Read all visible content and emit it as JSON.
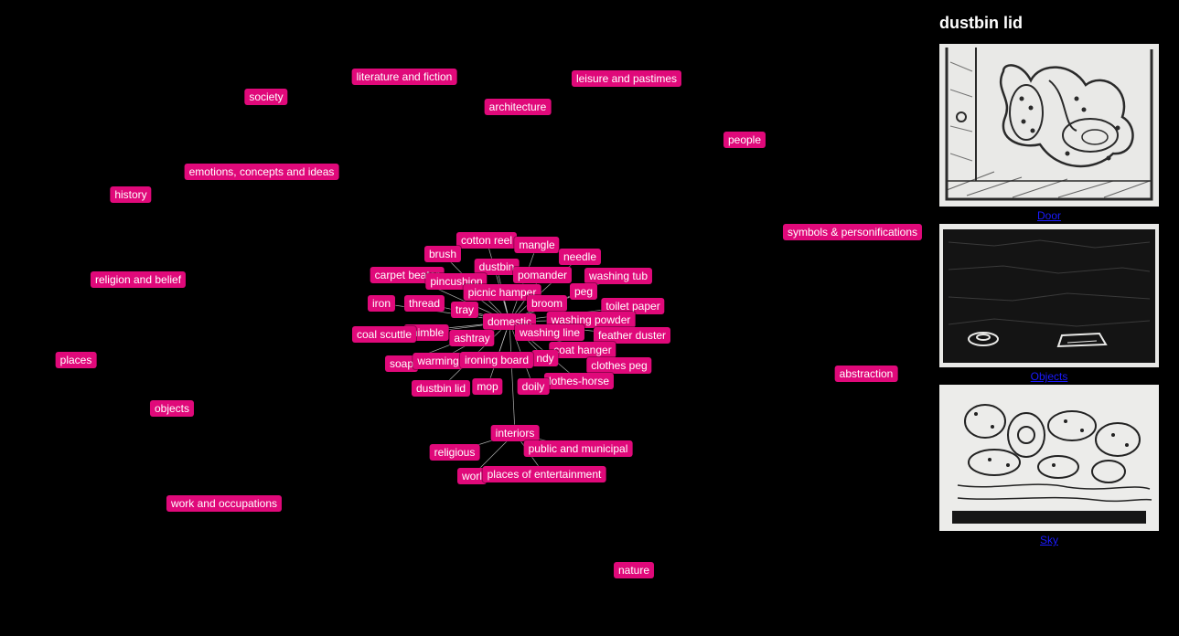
{
  "graph": {
    "colors": {
      "node": "#e0097a",
      "text": "#ffffff",
      "edge": "#cfcfcf",
      "background": "#000000"
    },
    "nodes": [
      {
        "id": "society",
        "label": "society"
      },
      {
        "id": "literature",
        "label": "literature and fiction"
      },
      {
        "id": "leisure",
        "label": "leisure and pastimes"
      },
      {
        "id": "architecture",
        "label": "architecture"
      },
      {
        "id": "people",
        "label": "people"
      },
      {
        "id": "emotions",
        "label": "emotions, concepts and ideas"
      },
      {
        "id": "history",
        "label": "history"
      },
      {
        "id": "symbols",
        "label": "symbols & personifications"
      },
      {
        "id": "religion",
        "label": "religion and belief"
      },
      {
        "id": "places",
        "label": "places"
      },
      {
        "id": "abstraction",
        "label": "abstraction"
      },
      {
        "id": "objects",
        "label": "objects"
      },
      {
        "id": "work",
        "label": "work and occupations"
      },
      {
        "id": "nature",
        "label": "nature"
      },
      {
        "id": "cotton_reel",
        "label": "cotton reel"
      },
      {
        "id": "mangle",
        "label": "mangle"
      },
      {
        "id": "brush",
        "label": "brush"
      },
      {
        "id": "needle",
        "label": "needle"
      },
      {
        "id": "dustbin",
        "label": "dustbin"
      },
      {
        "id": "carpet_beater",
        "label": "carpet beater"
      },
      {
        "id": "pomander",
        "label": "pomander"
      },
      {
        "id": "washing_tub",
        "label": "washing tub"
      },
      {
        "id": "pincushion",
        "label": "pincushion"
      },
      {
        "id": "picnic_hamper",
        "label": "picnic hamper"
      },
      {
        "id": "peg",
        "label": "peg"
      },
      {
        "id": "iron",
        "label": "iron"
      },
      {
        "id": "thread",
        "label": "thread"
      },
      {
        "id": "broom",
        "label": "broom"
      },
      {
        "id": "toilet_paper",
        "label": "toilet paper"
      },
      {
        "id": "tray",
        "label": "tray"
      },
      {
        "id": "washing_powder",
        "label": "washing powder"
      },
      {
        "id": "domestic",
        "label": "domestic"
      },
      {
        "id": "thimble",
        "label": "thimble"
      },
      {
        "id": "washing_line",
        "label": "washing line"
      },
      {
        "id": "feather_duster",
        "label": "feather duster"
      },
      {
        "id": "coal_scuttle",
        "label": "coal scuttle"
      },
      {
        "id": "ashtray",
        "label": "ashtray"
      },
      {
        "id": "coat_hanger",
        "label": "coat hanger"
      },
      {
        "id": "handy",
        "label": "ndy"
      },
      {
        "id": "soap",
        "label": "soap"
      },
      {
        "id": "warming",
        "label": "warming"
      },
      {
        "id": "ironing_board",
        "label": "ironing board"
      },
      {
        "id": "clothes_peg",
        "label": "clothes peg"
      },
      {
        "id": "clothes_horse",
        "label": "lothes-horse"
      },
      {
        "id": "dustbin_lid",
        "label": "dustbin lid"
      },
      {
        "id": "mop",
        "label": "mop"
      },
      {
        "id": "doily",
        "label": "doily"
      },
      {
        "id": "interiors",
        "label": "interiors"
      },
      {
        "id": "religious",
        "label": "religious"
      },
      {
        "id": "public",
        "label": "public and municipal"
      },
      {
        "id": "workplaces",
        "label": "worl"
      },
      {
        "id": "entertainment",
        "label": "places of entertainment"
      }
    ],
    "edges": [
      [
        "domestic",
        "cotton_reel"
      ],
      [
        "domestic",
        "mangle"
      ],
      [
        "domestic",
        "brush"
      ],
      [
        "domestic",
        "needle"
      ],
      [
        "domestic",
        "dustbin"
      ],
      [
        "domestic",
        "carpet_beater"
      ],
      [
        "domestic",
        "pomander"
      ],
      [
        "domestic",
        "washing_tub"
      ],
      [
        "domestic",
        "pincushion"
      ],
      [
        "domestic",
        "picnic_hamper"
      ],
      [
        "domestic",
        "peg"
      ],
      [
        "domestic",
        "iron"
      ],
      [
        "domestic",
        "thread"
      ],
      [
        "domestic",
        "broom"
      ],
      [
        "domestic",
        "toilet_paper"
      ],
      [
        "domestic",
        "tray"
      ],
      [
        "domestic",
        "washing_powder"
      ],
      [
        "domestic",
        "thimble"
      ],
      [
        "domestic",
        "washing_line"
      ],
      [
        "domestic",
        "feather_duster"
      ],
      [
        "domestic",
        "coal_scuttle"
      ],
      [
        "domestic",
        "ashtray"
      ],
      [
        "domestic",
        "coat_hanger"
      ],
      [
        "domestic",
        "handy"
      ],
      [
        "domestic",
        "soap"
      ],
      [
        "domestic",
        "warming"
      ],
      [
        "domestic",
        "ironing_board"
      ],
      [
        "domestic",
        "clothes_peg"
      ],
      [
        "domestic",
        "clothes_horse"
      ],
      [
        "domestic",
        "dustbin_lid"
      ],
      [
        "domestic",
        "mop"
      ],
      [
        "domestic",
        "doily"
      ],
      [
        "domestic",
        "interiors"
      ],
      [
        "interiors",
        "religious"
      ],
      [
        "interiors",
        "public"
      ],
      [
        "interiors",
        "workplaces"
      ],
      [
        "interiors",
        "entertainment"
      ]
    ]
  },
  "panel": {
    "title": "dustbin lid",
    "items": [
      {
        "link": "Door",
        "icon": "door-print-thumbnail"
      },
      {
        "link": "Objects",
        "icon": "objects-print-thumbnail"
      },
      {
        "link": "Sky",
        "icon": "sky-print-thumbnail"
      }
    ]
  }
}
